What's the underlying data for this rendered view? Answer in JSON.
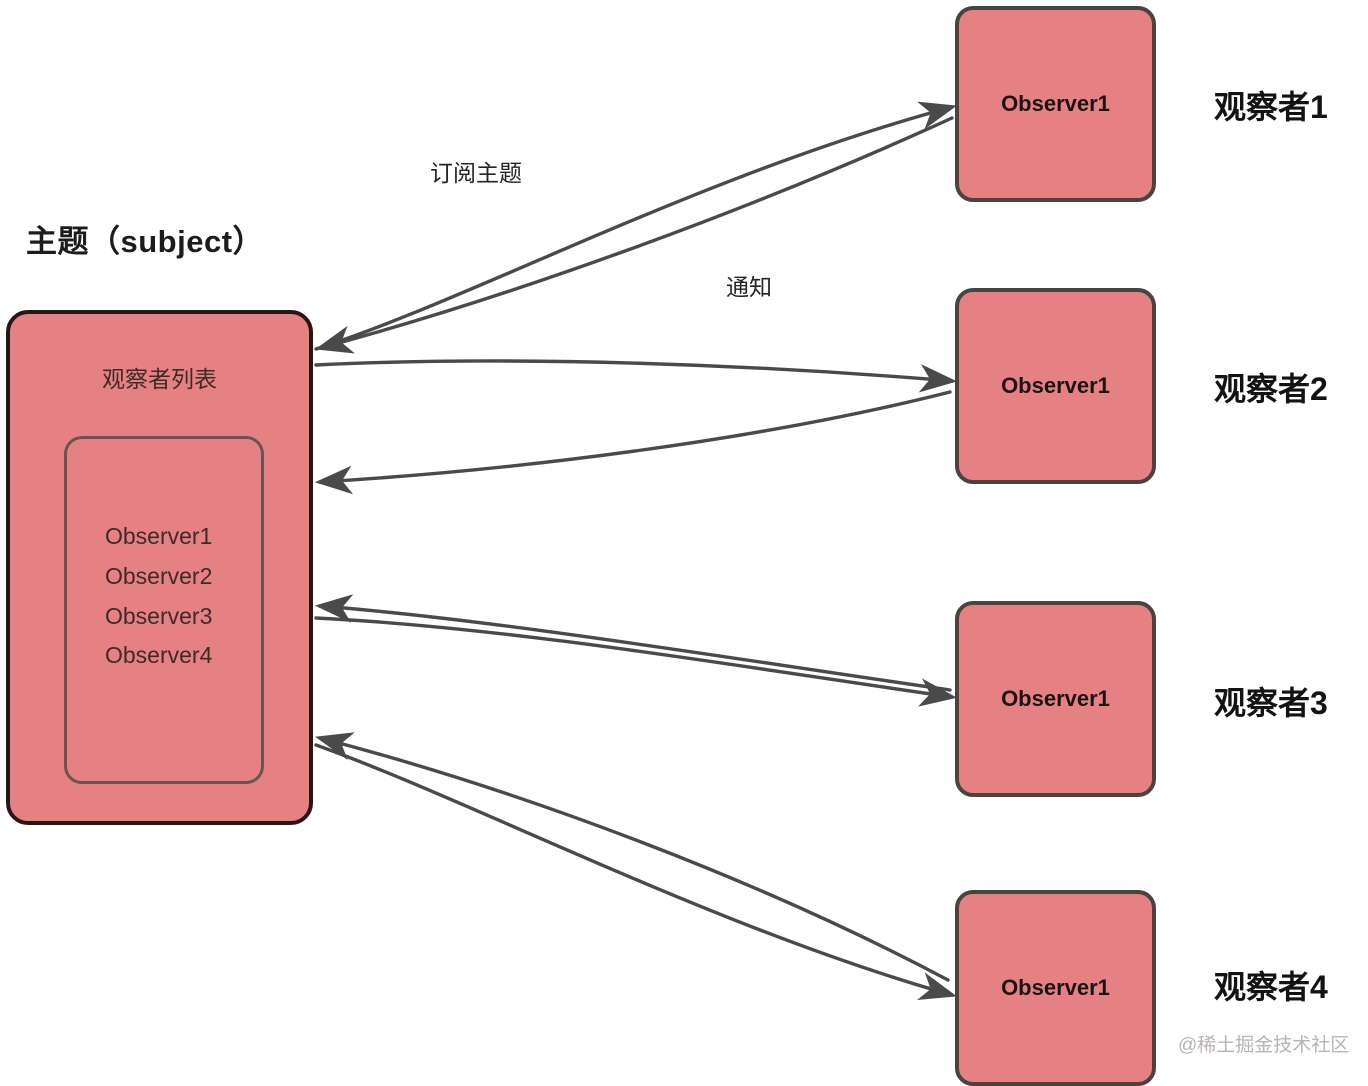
{
  "diagram": {
    "title": "主题（subject）",
    "subject": {
      "heading": "观察者列表",
      "items": [
        "Observer1",
        "Observer2",
        "Observer3",
        "Observer4"
      ]
    },
    "edges": {
      "subscribe_label": "订阅主题",
      "notify_label": "通知"
    },
    "observers": [
      {
        "box_label": "Observer1",
        "caption": "观察者1"
      },
      {
        "box_label": "Observer1",
        "caption": "观察者2"
      },
      {
        "box_label": "Observer1",
        "caption": "观察者3"
      },
      {
        "box_label": "Observer1",
        "caption": "观察者4"
      }
    ],
    "watermark": "@稀土掘金技术社区",
    "colors": {
      "node_fill": "#E58183",
      "subject_border": "#2a1513",
      "observer_border": "#4a4440",
      "inner_list_border": "#6b5450",
      "arrow": "#4a4a4a",
      "background": "#ffffff"
    }
  }
}
